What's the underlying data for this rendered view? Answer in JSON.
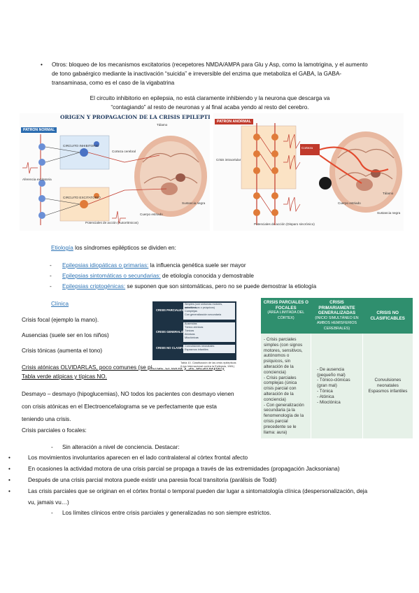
{
  "intro": {
    "bullet": "•",
    "line1": "Otros: bloqueo de los mecanismos excitatorios (recepetores NMDA/AMPA para Glu y Asp, como la lamotrigina, y el aumento",
    "line2": "de tono gabaérgico mediante la inactivación “suicida” e irreversible del enzima que metaboliza el GABA, la GABA-",
    "line3": "transaminasa, como es el caso de la vigabatrina"
  },
  "circuit_note": {
    "line1": "El circuito inhibitorio en epilepsia, no está claramente inhibiendo y la neurona que descarga va",
    "line2": "“contagiando” al resto de neuronas y al final acaba yendo al resto del cerebro."
  },
  "figure_left": {
    "title": "ORIGEN Y PROPAGACION DE LA CRISIS EPILEPTICA",
    "patron": "PATRON NORMAL",
    "labels": {
      "circuito_inhibitorio": "CIRCUITO INHIBITORIO",
      "circuito_excitatorio": "CIRCUITO EXCITATORIO",
      "talamo": "Tálamo",
      "corteza": "Corteza cerebral",
      "cuerpo": "Cuerpo estriado",
      "sustancia": "Sustancia negra",
      "aferencia": "Aferencia excitatoria",
      "potenciales": "Potenciales de acción (Autorritmicos)"
    }
  },
  "figure_right": {
    "patron": "PATRON ANORMAL",
    "labels": {
      "corteza": "Corteza",
      "crisis": "Crisis intracelular",
      "cuerpo_estriado": "Cuerpo estriado",
      "talamo": "Tálamo",
      "sustancia": "Sustancia negra",
      "potenciales": "Potenciales de acción (Disparo sincrónico)"
    }
  },
  "etiologia": {
    "heading": "Etiología",
    "intro": " los síndromes epilépticos se dividen en:",
    "items": [
      {
        "dash": "-",
        "term": "Epilepsias idiopáticas o primarias:",
        "desc": " la influencia genética suele ser mayor"
      },
      {
        "dash": "-",
        "term": "Epilepsias sintomáticas o secundarias:",
        "desc": " de etiología conocida y demostrable"
      },
      {
        "dash": "-",
        "term": "Epilepsias criptogénicas:",
        "desc": " se suponen que son sintomáticas, pero no se puede demostrar la etiología"
      }
    ]
  },
  "clinica": {
    "heading": "Clínica",
    "lines": [
      "Crisis focal (ejemplo la mano).",
      "Ausencias (suele ser en los niños)",
      "Crisis tónicas (aumenta el tono)"
    ],
    "atonicas": "Crisis atónicas OLVIDARLAS, poco comunes (se pierde el tono y se desmayan)",
    "tabla": "Tabla verde atípicas y típicas NO.",
    "desmayo1": "Desmayo – desmayo (hipoglucemias), NO todos los pacientes con desmayo vienen",
    "desmayo2": "con crisis atónicas en el Electroencefalograma se ve perfectamente que esta",
    "desmayo3": "teniendo una crisis."
  },
  "mini_table": {
    "rows": [
      {
        "label": "CRISIS PARCIALES",
        "values": [
          "Simples (con síntomas motores, sensitivos,",
          "autonómicos o psíquicos)",
          "Complejas",
          "Con generalización secundaria"
        ]
      },
      {
        "label": "CRISIS GENERALIZADAS",
        "values": [
          "Ausencias",
          "Tónico-clónicas",
          "Tónicas",
          "Atónicas",
          "Mioclónicas"
        ]
      },
      {
        "label": "CRISIS NO CLASIFICADAS",
        "values": [
          "Convulsiones neonatales",
          "Espasmos infantiles"
        ]
      }
    ],
    "footer1": "Tabla 10.   Clasificación de las crisis epilépticas",
    "footer2": "(Liga Internacional contra la Epilepsia, 1981)"
  },
  "green_table": {
    "headers": [
      {
        "title": "CRISIS PARCIALES O FOCALES",
        "sub": "(ÁREA LIMITADA DEL CÓRTEX)"
      },
      {
        "title": "CRISIS PRIMARIAMENTE GENERALIZADAS",
        "sub": "(INICIO SIMULTÁNEO EN AMBOS HEMISFERIOS CEREBRALES)"
      },
      {
        "title": "CRISIS NO CLASIFICABLES",
        "sub": ""
      }
    ],
    "col1": [
      "- Crisis parciales simples (con signos motores, sensitivos, autónomos o psíquicos, sin alteración de la conciencia)",
      "- Crisis parciales complejas (única crisis parcial con alteración de la conciencia)",
      "- Con generalización secundaria (a la fenomenología de la crisis parcial precedente se le llama: aura)"
    ],
    "col2": [
      "- De ausencia (pequeño mal)",
      "- Tónico-clónicas (gran mal)",
      "- Tónica",
      "- Atónica",
      "- Mioclónica"
    ],
    "col3": [
      "Convulsiones neonatales",
      "Espasmos infantiles"
    ]
  },
  "parciales": {
    "heading": "Crisis parciales o focales:",
    "sub_dash": "-",
    "sub_item": "Sin alteración a nivel de conciencia. Destacar:",
    "bullets": [
      "Los movimientos involuntarios aparecen en el lado contralateral al córtex frontal afecto",
      "En ocasiones la actividad motora de una crisis parcial se propaga a través de las extremidades (propagación Jacksoniana)",
      "Después de una crisis parcial motora puede existir una paresia focal transitoria (parálisis de Todd)",
      "Las crisis parciales que se originan en el córtex frontal o temporal pueden dar lugar a sintomatología clínica (despersonalización, deja",
      "vu, jamais vu…)"
    ],
    "final_dash": "-",
    "final": "Los límites clínicos entre crisis parciales y generalizadas no son siempre estrictos.",
    "bullet_char": "•"
  }
}
